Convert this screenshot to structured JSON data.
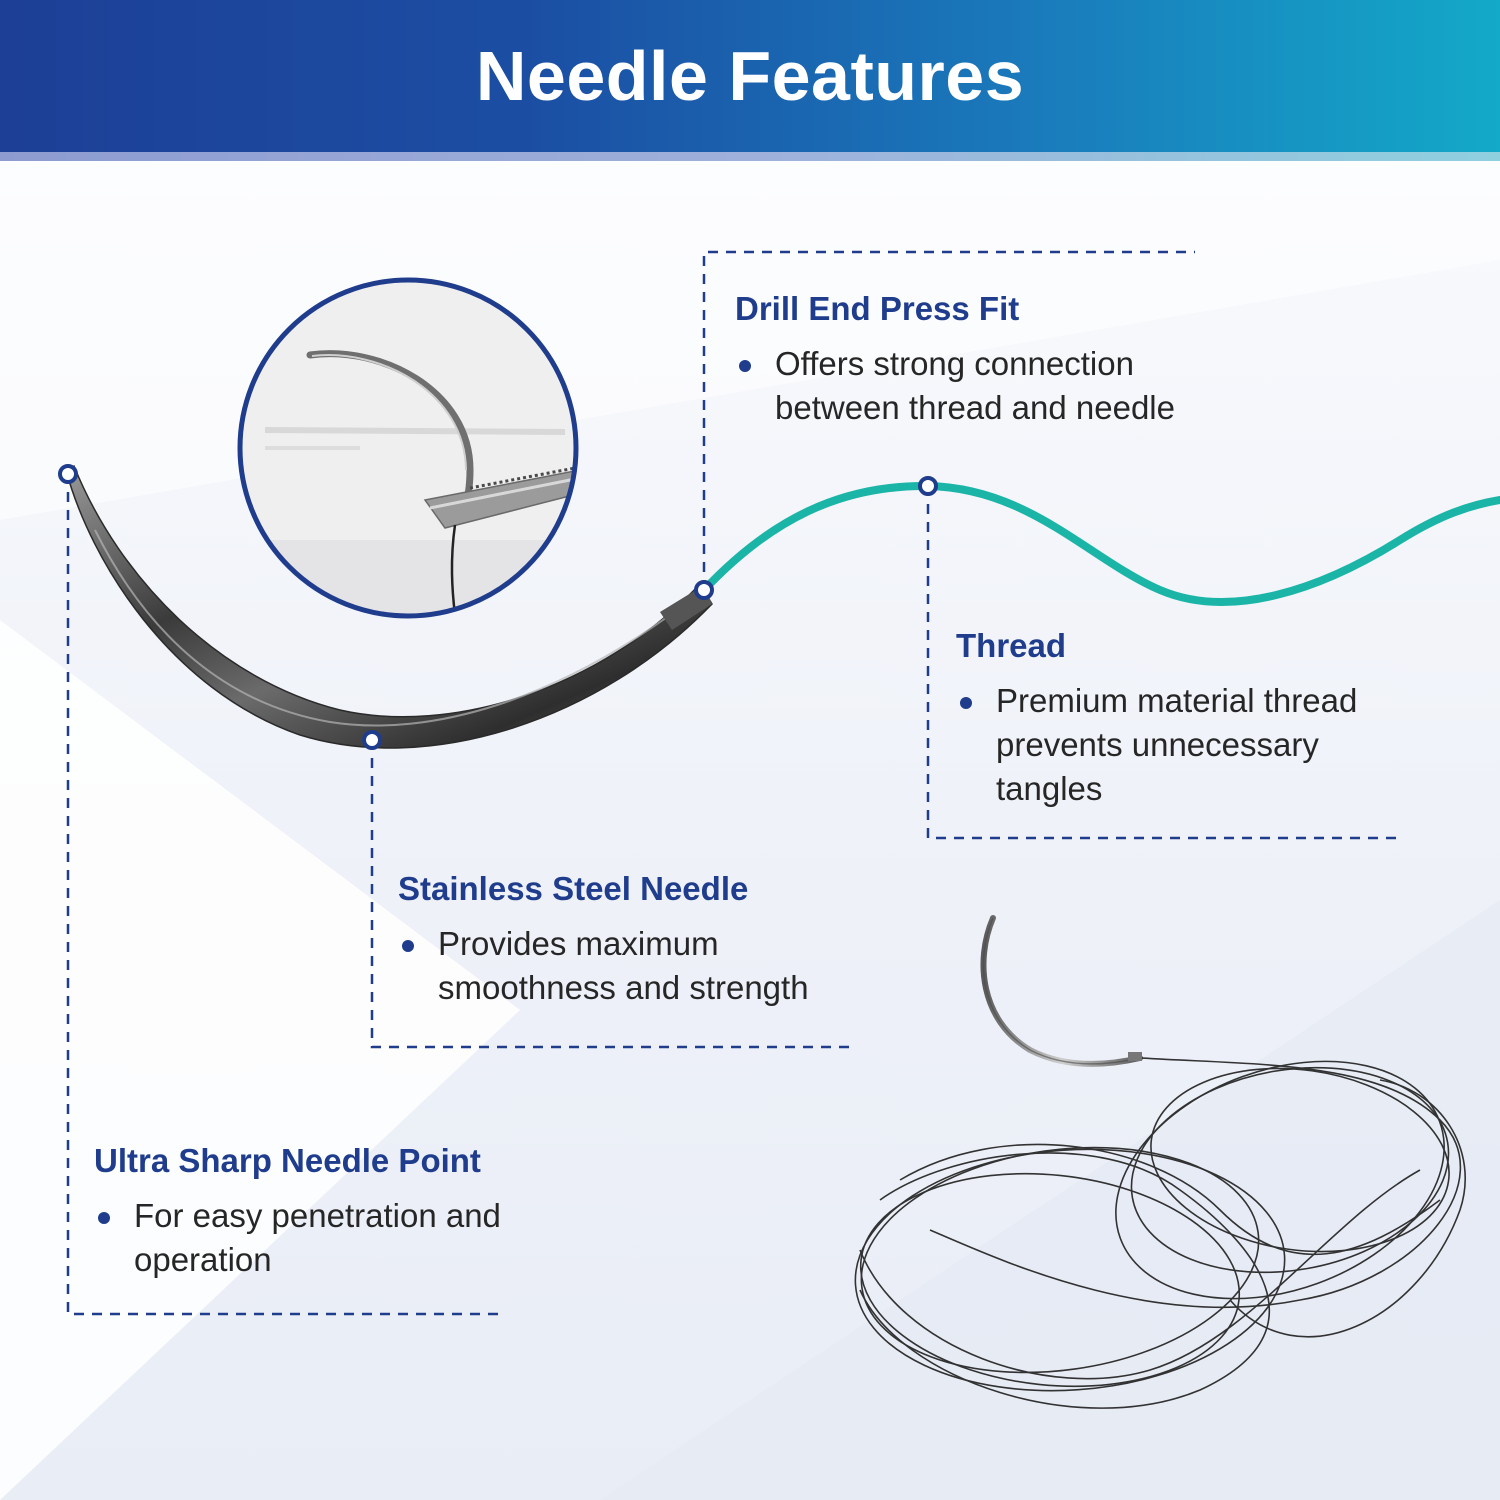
{
  "header": {
    "title": "Needle Features"
  },
  "colors": {
    "header_start": "#1d3f96",
    "header_end": "#13a9c8",
    "accent_blue": "#1f3d8c",
    "thread_teal": "#1bb5a8",
    "text_dark": "#262626"
  },
  "features": {
    "drill_end": {
      "title": "Drill End Press Fit",
      "bullet": "Offers strong connection between thread and needle"
    },
    "thread": {
      "title": "Thread",
      "bullet": "Premium material thread prevents unnecessary tangles"
    },
    "steel_needle": {
      "title": "Stainless Steel Needle",
      "bullet": "Provides maximum smoothness and strength"
    },
    "needle_point": {
      "title": "Ultra Sharp Needle Point",
      "bullet": "For easy penetration and operation"
    }
  },
  "images": {
    "closeup": "needle-held-by-forceps-photo",
    "needle": "curved-steel-needle-photo",
    "suture": "needle-with-coiled-black-suture-photo"
  }
}
